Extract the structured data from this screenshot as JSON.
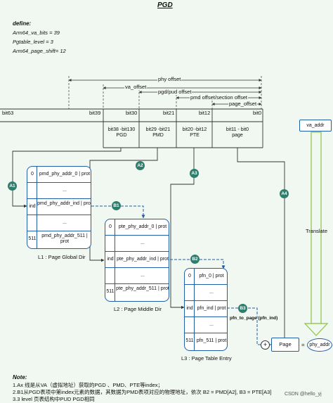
{
  "title": "PGD",
  "define": {
    "heading": "define:",
    "lines": [
      "Arm64_va_bits = 39",
      "Pgtable_level = 3",
      "Arm64_page_shift= 12"
    ]
  },
  "offsets": [
    "phy offset",
    "va_offset",
    "pgd/pud offset",
    "pmd offset/section offset",
    "page_offset"
  ],
  "bits": {
    "b63": "bit63",
    "b39": "bit39",
    "b30": "bit30",
    "b21": "bit21",
    "b12": "bit12",
    "b0": "bit0"
  },
  "fields": {
    "pgd": [
      "bit38 -bit130",
      "PGD"
    ],
    "pmd": [
      "bit29 -bit21",
      "PMD"
    ],
    "pte": [
      "bit20 -bit12",
      "PTE"
    ],
    "page": [
      "bit11 - bit0",
      "page"
    ]
  },
  "va_addr": "va_addr",
  "translate": "Translate",
  "badges": {
    "a1": "A1",
    "a2": "A2",
    "a3": "A3",
    "a4": "A4",
    "b1": "B1",
    "b2": "B2",
    "b3": "B3"
  },
  "l1": {
    "idx": [
      "0",
      "ind",
      "511"
    ],
    "rows": [
      "pmd_phy_addr_0 | prot",
      "...",
      "pmd_phy_addr_ind | prot",
      "...",
      "pmd_phy_addr_511 | prot",
      "..."
    ],
    "caption": "L1 : Page Global Dir"
  },
  "l2": {
    "idx": [
      "0",
      "ind",
      "511"
    ],
    "rows": [
      "pte_phy_addr_0 | prot",
      "...",
      "pte_phy_addr_ind | prot",
      "...",
      "pte_phy_addr_511 | prot",
      "..."
    ],
    "caption": "L2 : Page Middle Dir"
  },
  "l3": {
    "idx": [
      "0",
      "ind",
      "511"
    ],
    "rows": [
      "pfn_0 | prot",
      "...",
      "pfn_ind | prot",
      "...",
      "pfn_511 | prot",
      "..."
    ],
    "caption": "L3 : Page Table Entry"
  },
  "pfn_to_page": "pfn_to_page (pfn_ind)",
  "plus": "+",
  "page_box": "Page",
  "equals": "=",
  "phy_addr": "phy_addr",
  "note": {
    "heading": "Note:",
    "lines": [
      "1.Ax 线是从VA（虚拟地址）获取的PGD 、PMD、PTE等index；",
      "2.B1从PGD表项中第index元素的数据，其数据为PMD表项对应的物理地址，依次 B2 = PMD[A2], B3 = PTE[A3]",
      "3.3 level 页表结构中PUD PGD相同"
    ]
  },
  "watermark": "CSDN @hello_yj",
  "colors": {
    "blue": "#1f5fa8",
    "teal": "#2e7d6d",
    "green": "#8bc53f",
    "dark": "#333333"
  }
}
